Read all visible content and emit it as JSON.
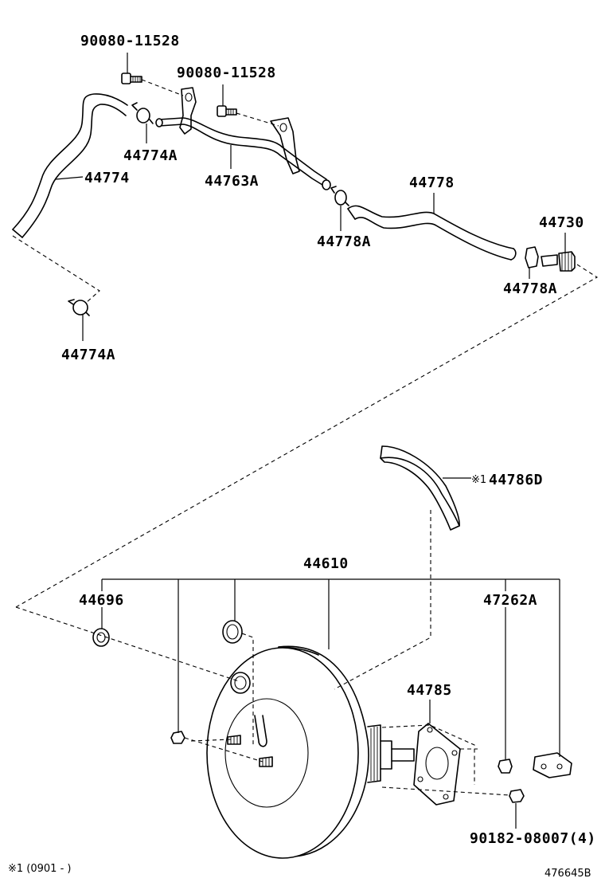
{
  "labels": {
    "bolt_left": "90080-11528",
    "bolt_right": "90080-11528",
    "clamp_upper": "44774A",
    "hose_left": "44774",
    "pipe": "44763A",
    "clamp_mid": "44778A",
    "hose_right": "44778",
    "check_valve": "44730",
    "clamp_right": "44778A",
    "clamp_lower": "44774A",
    "insulator": "44786D",
    "insulator_note_mark": "※1",
    "booster": "44610",
    "grommet": "44696",
    "nut_clip": "47262A",
    "gasket": "44785",
    "nut": "90182-08007(4)",
    "footnote": "※1 (0901 -        )",
    "figure_code": "476645B"
  }
}
